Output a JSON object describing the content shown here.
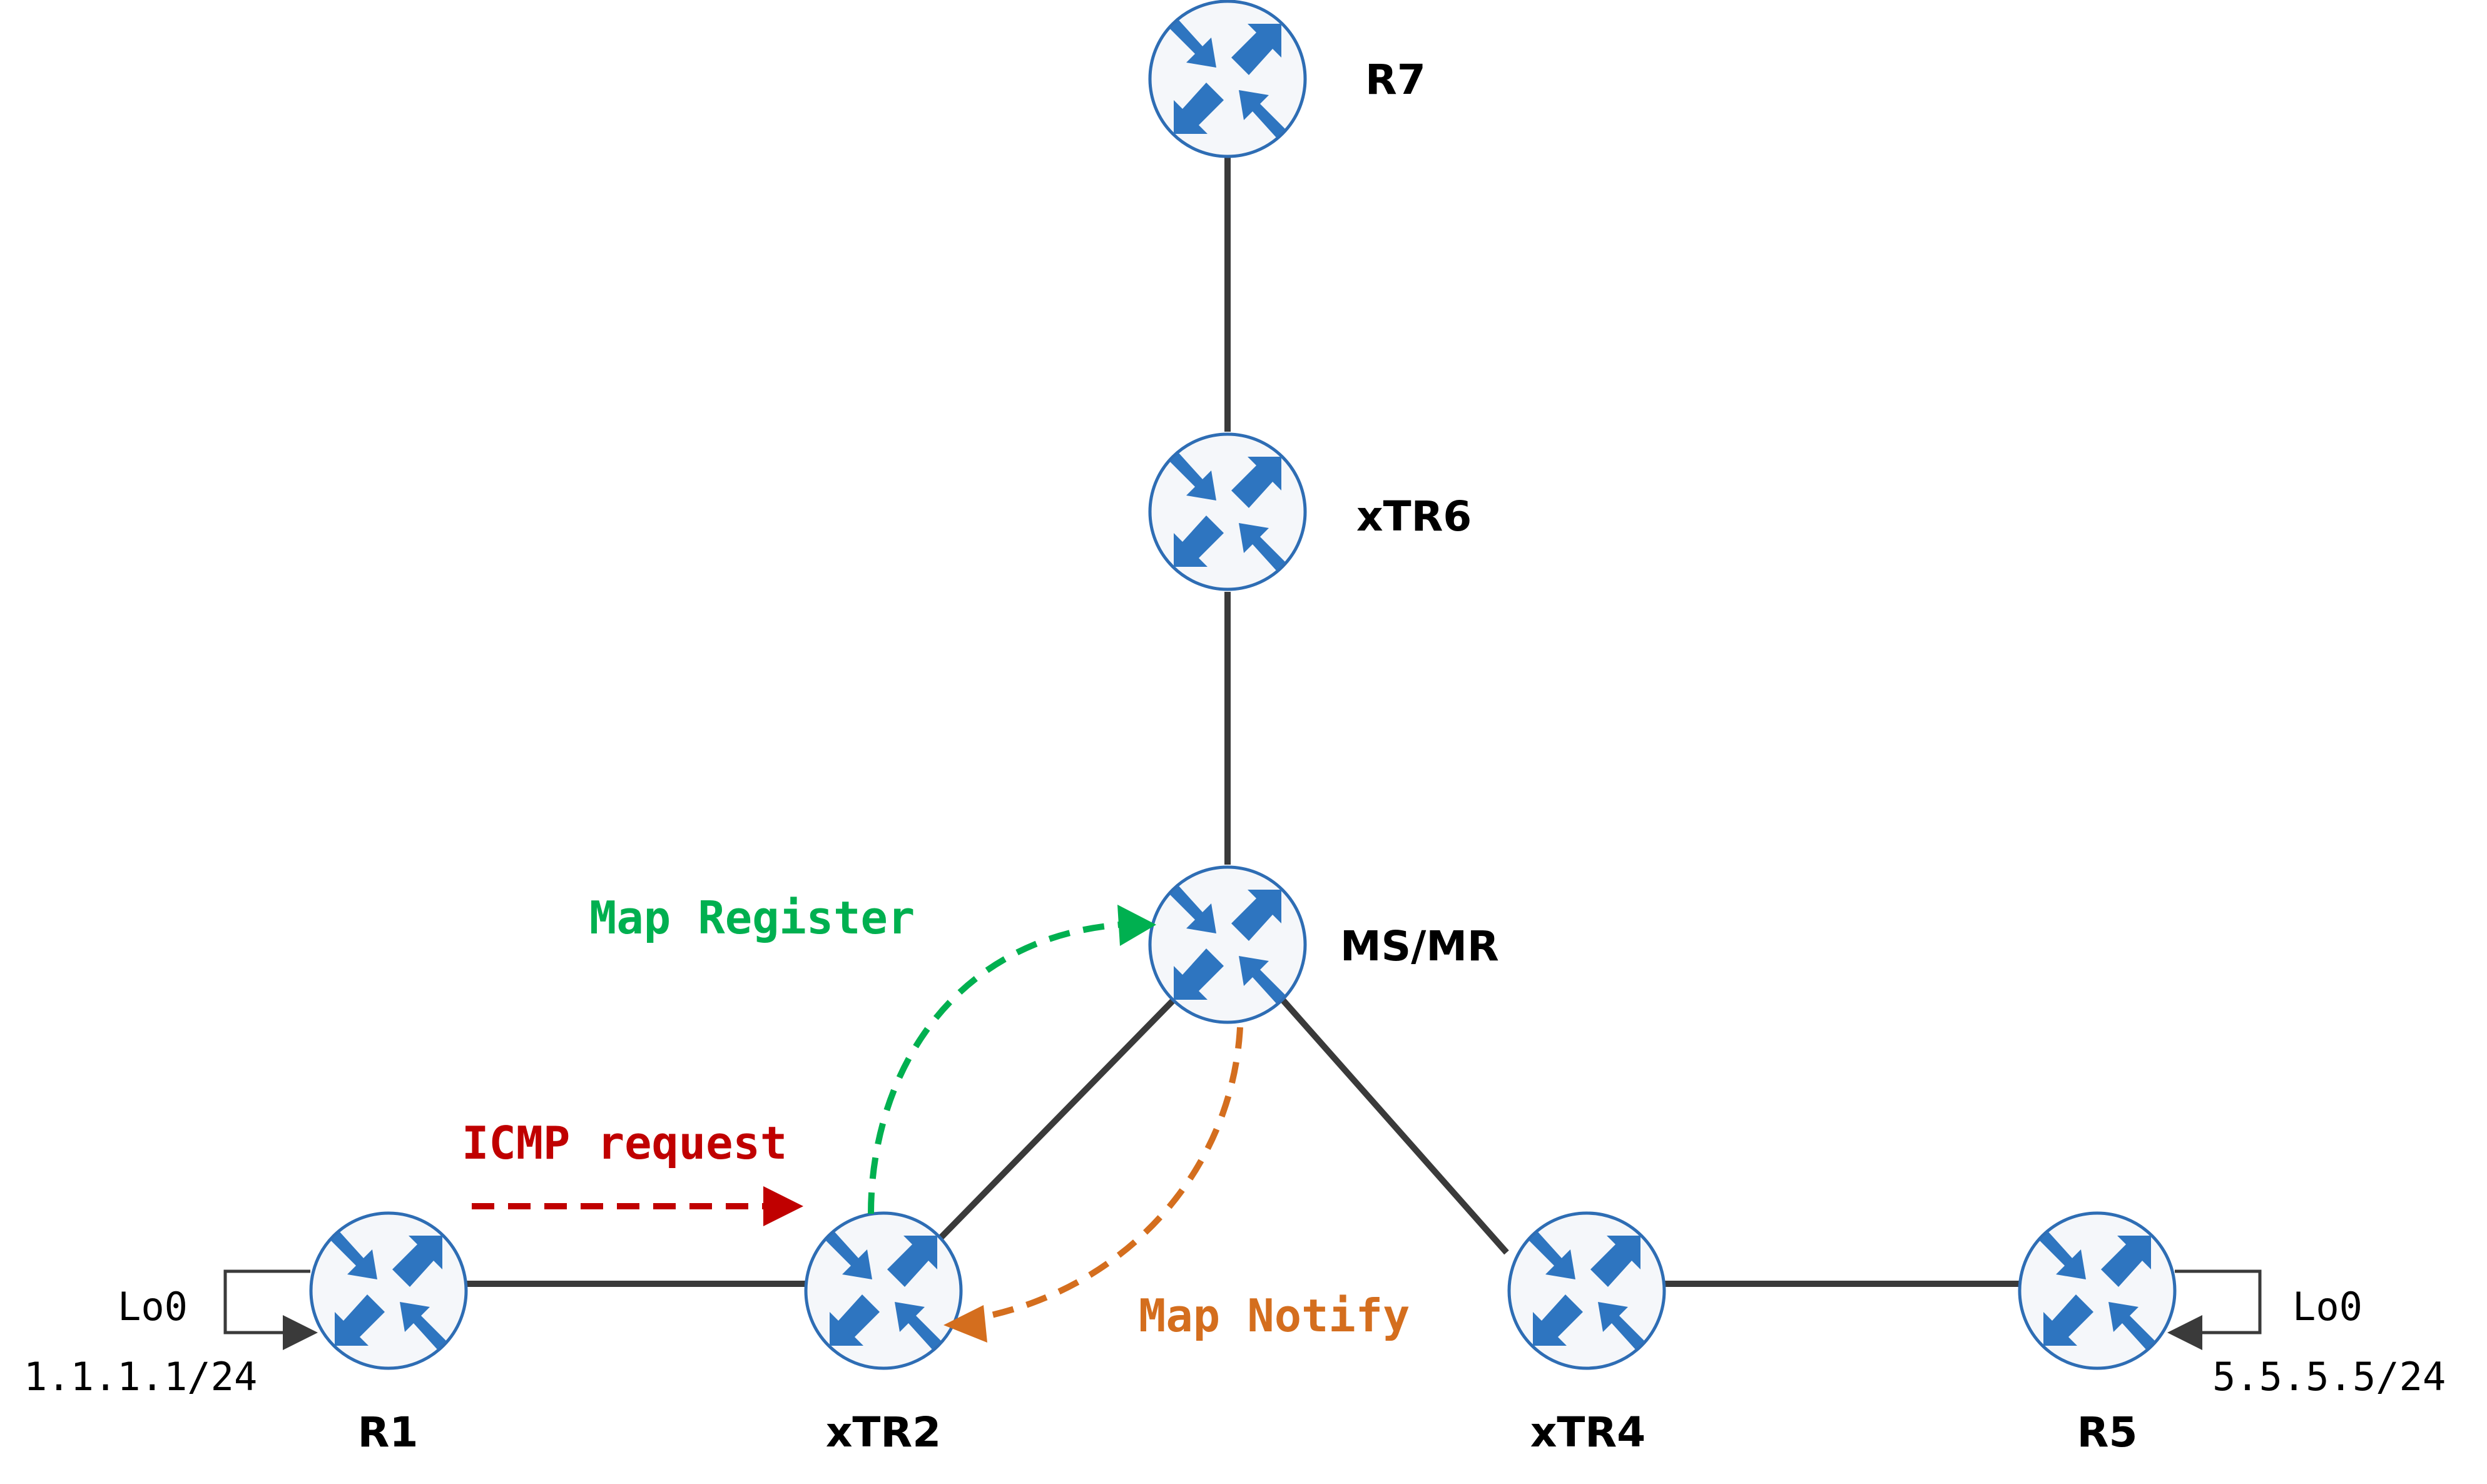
{
  "nodes": {
    "r7": {
      "label": "R7"
    },
    "xtr6": {
      "label": "xTR6"
    },
    "msmr": {
      "label": "MS/MR"
    },
    "r1": {
      "label": "R1"
    },
    "xtr2": {
      "label": "xTR2"
    },
    "xtr4": {
      "label": "xTR4"
    },
    "r5": {
      "label": "R5"
    }
  },
  "loopbacks": {
    "r1": {
      "interface": "Lo0",
      "address": "1.1.1.1/24"
    },
    "r5": {
      "interface": "Lo0",
      "address": "5.5.5.5/24"
    }
  },
  "flows": {
    "map_register": {
      "label": "Map Register",
      "color": "#00b050"
    },
    "map_notify": {
      "label": "Map Notify",
      "color": "#d46e1e"
    },
    "icmp_request": {
      "label": "ICMP request",
      "color": "#c00000"
    }
  },
  "colors": {
    "router_outline": "#2e6db4",
    "router_arrows": "#2e75c0",
    "link": "#3a3a3a"
  },
  "icons": {
    "router": "router-icon"
  }
}
